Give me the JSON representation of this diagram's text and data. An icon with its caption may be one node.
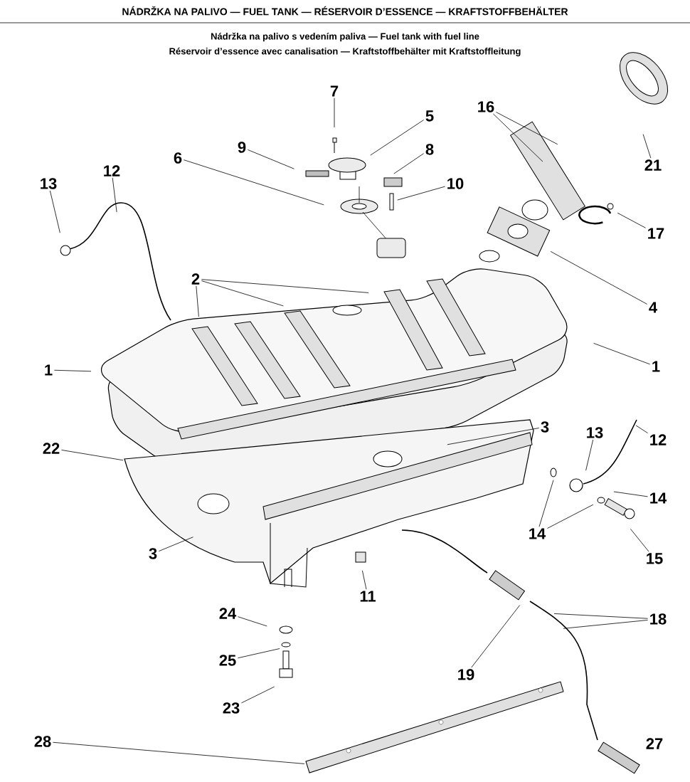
{
  "diagram": {
    "title": "NÁDRŽKA NA PALIVO — FUEL TANK — RÉSERVOIR D’ESSENCE — KRAFTSTOFFBEHÄLTER",
    "nodes": [
      {
        "text": [
          "7"
        ]
      },
      {
        "text": [
          "16"
        ]
      },
      {
        "text": [
          "5"
        ]
      },
      {
        "text": [
          "9"
        ]
      },
      {
        "text": [
          "8"
        ]
      },
      {
        "text": [
          "6"
        ]
      },
      {
        "text": [
          "21"
        ]
      },
      {
        "text": [
          "13"
        ]
      },
      {
        "text": [
          "12"
        ]
      },
      {
        "text": [
          "10"
        ]
      },
      {
        "text": [
          "17"
        ]
      },
      {
        "text": [
          "4"
        ]
      },
      {
        "text": [
          "2"
        ]
      },
      {
        "text": [
          "1"
        ]
      },
      {
        "text": [
          "1"
        ]
      },
      {
        "text": [
          "3"
        ]
      },
      {
        "text": [
          "22"
        ]
      },
      {
        "text": [
          "13"
        ]
      },
      {
        "text": [
          "12"
        ]
      },
      {
        "text": [
          "14"
        ]
      },
      {
        "text": [
          "14"
        ]
      },
      {
        "text": [
          "3"
        ]
      },
      {
        "text": [
          "15"
        ]
      },
      {
        "text": [
          "11"
        ]
      },
      {
        "text": [
          "18"
        ]
      },
      {
        "text": [
          "19"
        ]
      },
      {
        "text": [
          "24"
        ]
      },
      {
        "text": [
          "25"
        ]
      },
      {
        "text": [
          "23"
        ]
      },
      {
        "text": [
          "28"
        ]
      }
    ],
    "edges": [
      {
        "from": 0,
        "to": null,
        "arrow": "none"
      },
      {
        "from": 1,
        "to": null,
        "arrow": "none"
      },
      {
        "from": 1,
        "to": null,
        "arrow": "none"
      },
      {
        "from": 2,
        "to": null,
        "arrow": "none"
      },
      {
        "from": 3,
        "to": null,
        "arrow": "none"
      },
      {
        "from": 4,
        "to": null,
        "arrow": "none"
      },
      {
        "from": 5,
        "to": null,
        "arrow": "none"
      },
      {
        "from": 6,
        "to": null,
        "arrow": "none"
      },
      {
        "from": 7,
        "to": null,
        "arrow": "none"
      },
      {
        "from": 8,
        "to": null,
        "arrow": "none"
      },
      {
        "from": 9,
        "to": null,
        "arrow": "none"
      },
      {
        "from": 10,
        "to": null,
        "arrow": "none"
      },
      {
        "from": 11,
        "to": null,
        "arrow": "none"
      },
      {
        "from": 12,
        "to": null,
        "arrow": "none"
      },
      {
        "from": 12,
        "to": null,
        "arrow": "none"
      },
      {
        "from": 12,
        "to": null,
        "arrow": "none"
      },
      {
        "from": 13,
        "to": null,
        "arrow": "none"
      },
      {
        "from": 14,
        "to": null,
        "arrow": "none"
      },
      {
        "from": 15,
        "to": null,
        "arrow": "none"
      },
      {
        "from": 16,
        "to": null,
        "arrow": "none"
      },
      {
        "from": 17,
        "to": null,
        "arrow": "none"
      },
      {
        "from": 18,
        "to": null,
        "arrow": "none"
      },
      {
        "from": 19,
        "to": null,
        "arrow": "none"
      },
      {
        "from": 20,
        "to": null,
        "arrow": "none"
      },
      {
        "from": 20,
        "to": null,
        "arrow": "none"
      },
      {
        "from": 21,
        "to": null,
        "arrow": "none"
      },
      {
        "from": 22,
        "to": null,
        "arrow": "none"
      },
      {
        "from": 23,
        "to": null,
        "arrow": "none"
      },
      {
        "from": 24,
        "to": null,
        "arrow": "none"
      },
      {
        "from": 24,
        "to": null,
        "arrow": "none"
      },
      {
        "from": 25,
        "to": null,
        "arrow": "none"
      },
      {
        "from": 26,
        "to": null,
        "arrow": "none"
      },
      {
        "from": 27,
        "to": null,
        "arrow": "none"
      },
      {
        "from": 28,
        "to": null,
        "arrow": "none"
      },
      {
        "from": 29,
        "to": null,
        "arrow": "none"
      }
    ],
    "labels": [
      "Nádržka na palivo s vedením paliva — Fuel tank with fuel line",
      "Réservoir d’essence avec canalisation — Kraftstoffbehälter mit Kraftstoffleitung",
      "27"
    ]
  }
}
